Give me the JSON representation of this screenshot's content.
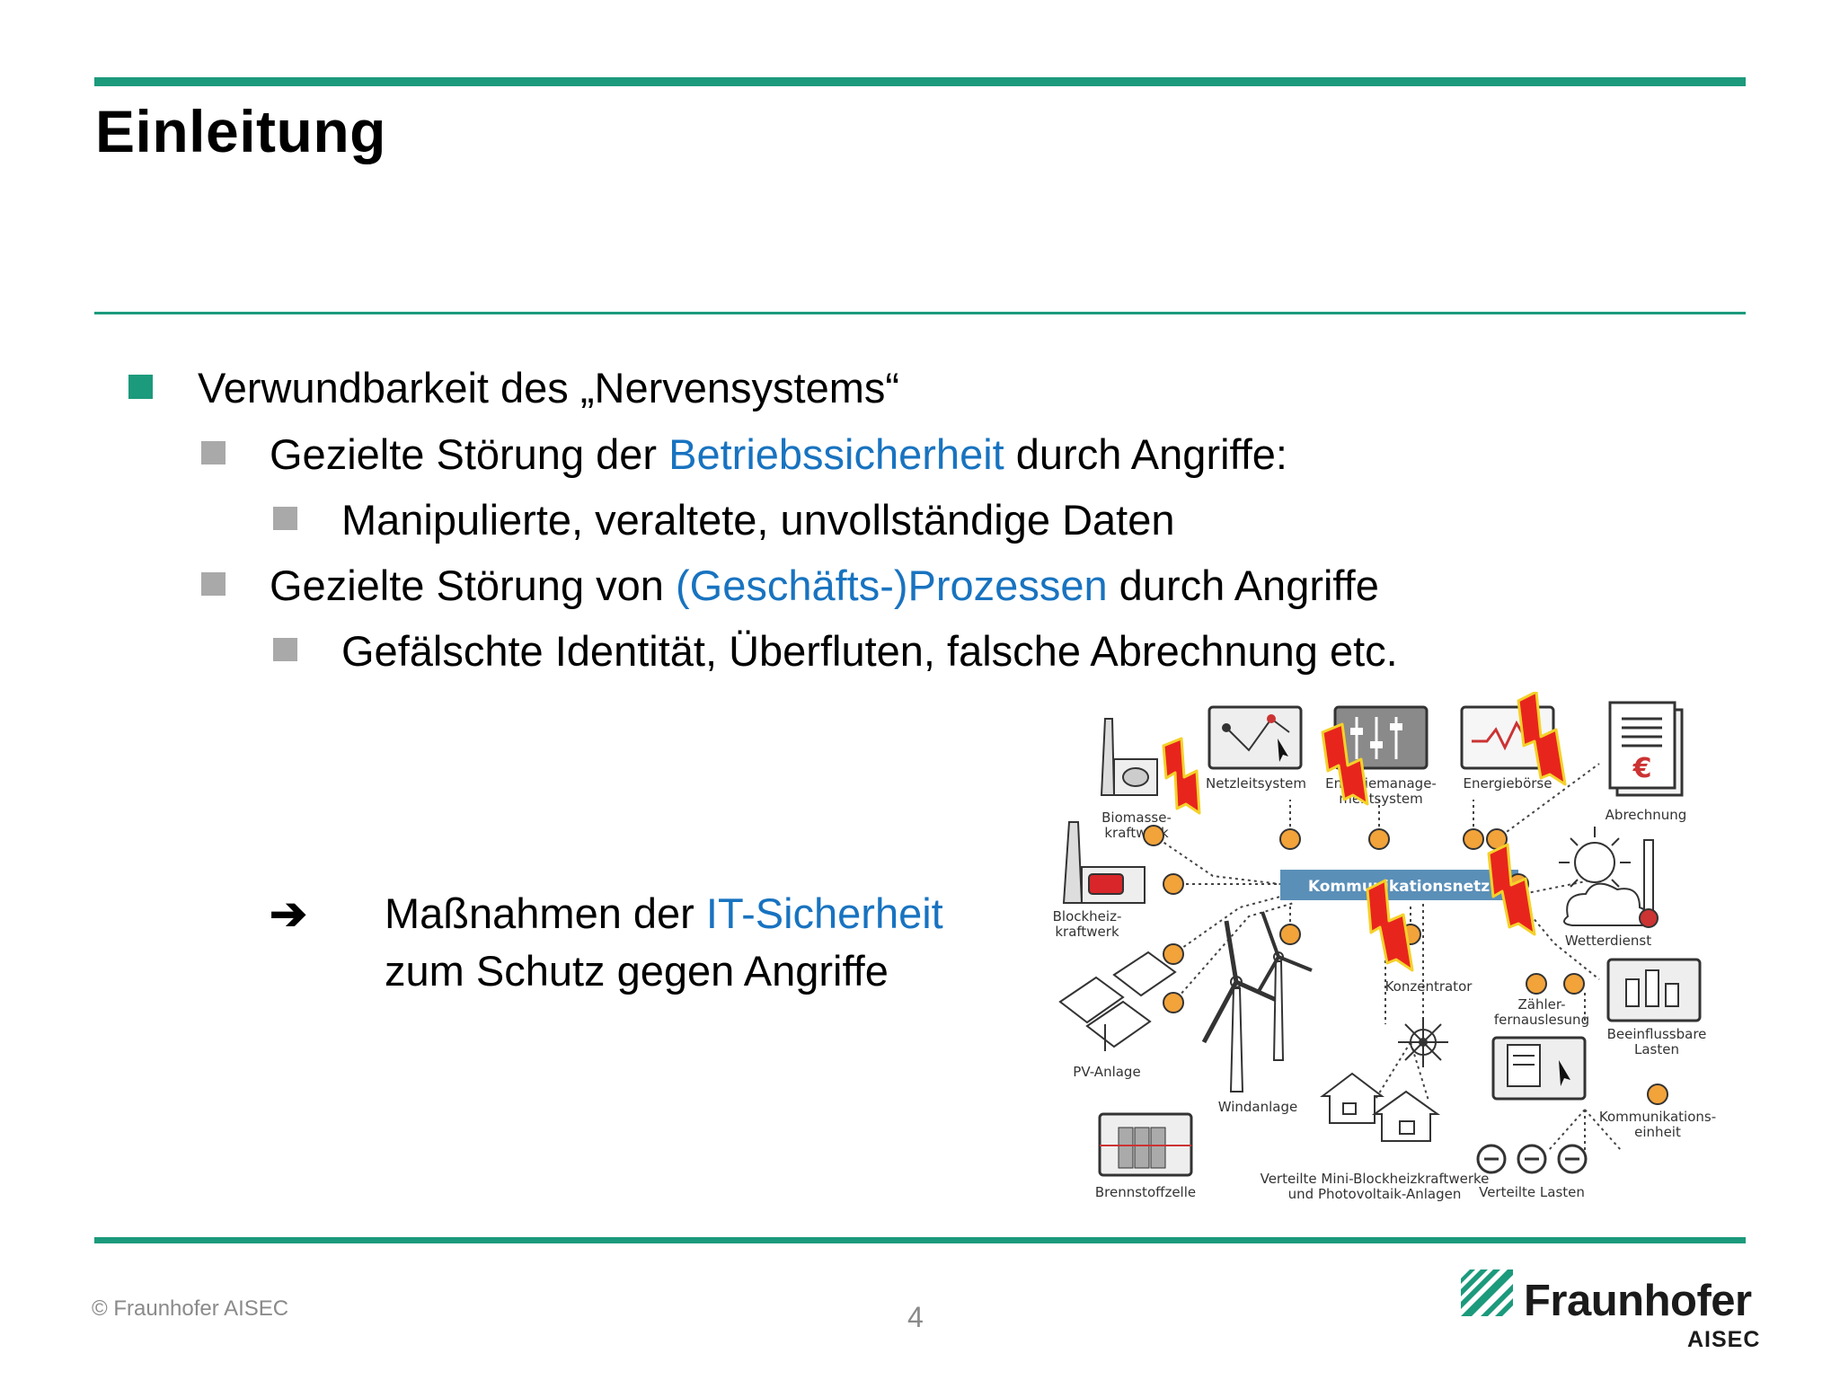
{
  "slide": {
    "title": "Einleitung",
    "bullets": [
      {
        "level": 1,
        "text": "Verwundbarkeit des „Nervensystems“"
      },
      {
        "level": 2,
        "pre": "Gezielte Störung der ",
        "highlight": "Betriebssicherheit",
        "post": " durch Angriffe:"
      },
      {
        "level": 3,
        "text": "Manipulierte, veraltete, unvollständige Daten"
      },
      {
        "level": 2,
        "pre": "Gezielte Störung von ",
        "highlight": "(Geschäfts-)Prozessen",
        "post": " durch Angriffe"
      },
      {
        "level": 3,
        "text": "Gefälschte Identität, Überfluten, falsche Abrechnung etc."
      }
    ],
    "conclusion": {
      "arrow": "➔",
      "line1_pre": "Maßnahmen der ",
      "line1_highlight": "IT-Sicherheit",
      "line2": "zum Schutz gegen Angriffe"
    }
  },
  "diagram": {
    "hub": "Kommunikationsnetz",
    "labels": {
      "netzleitsystem": "Netzleitsystem",
      "energiemanagement_1": "Energiemanage-",
      "energiemanagement_2": "mentsystem",
      "energieboerse": "Energiebörse",
      "abrechnung": "Abrechnung",
      "biomasse_1": "Biomasse-",
      "biomasse_2": "kraftwerk",
      "blockheiz_1": "Blockheiz-",
      "blockheiz_2": "kraftwerk",
      "wetterdienst": "Wetterdienst",
      "konzentrator": "Konzentrator",
      "zaehler_1": "Zähler-",
      "zaehler_2": "fernauslesung",
      "lasten_1": "Beeinflussbare",
      "lasten_2": "Lasten",
      "pv": "PV-Anlage",
      "wind": "Windanlage",
      "kommeinheit_1": "Kommunikations-",
      "kommeinheit_2": "einheit",
      "brennstoff": "Brennstoffzelle",
      "verteilte_1": "Verteilte Mini-Blockheizkraftwerke",
      "verteilte_2": "und Photovoltaik-Anlagen",
      "verteilte_lasten": "Verteilte Lasten",
      "currency": "€"
    }
  },
  "footer": {
    "copyright": "© Fraunhofer AISEC",
    "page": "4",
    "logo_name": "Fraunhofer",
    "logo_sub": "AISEC"
  },
  "colors": {
    "accent": "#1c9a7c",
    "highlight": "#1873c0",
    "node": "#f2a33a",
    "lightning": "#e8251c",
    "lightning_outline": "#f4d12a"
  }
}
